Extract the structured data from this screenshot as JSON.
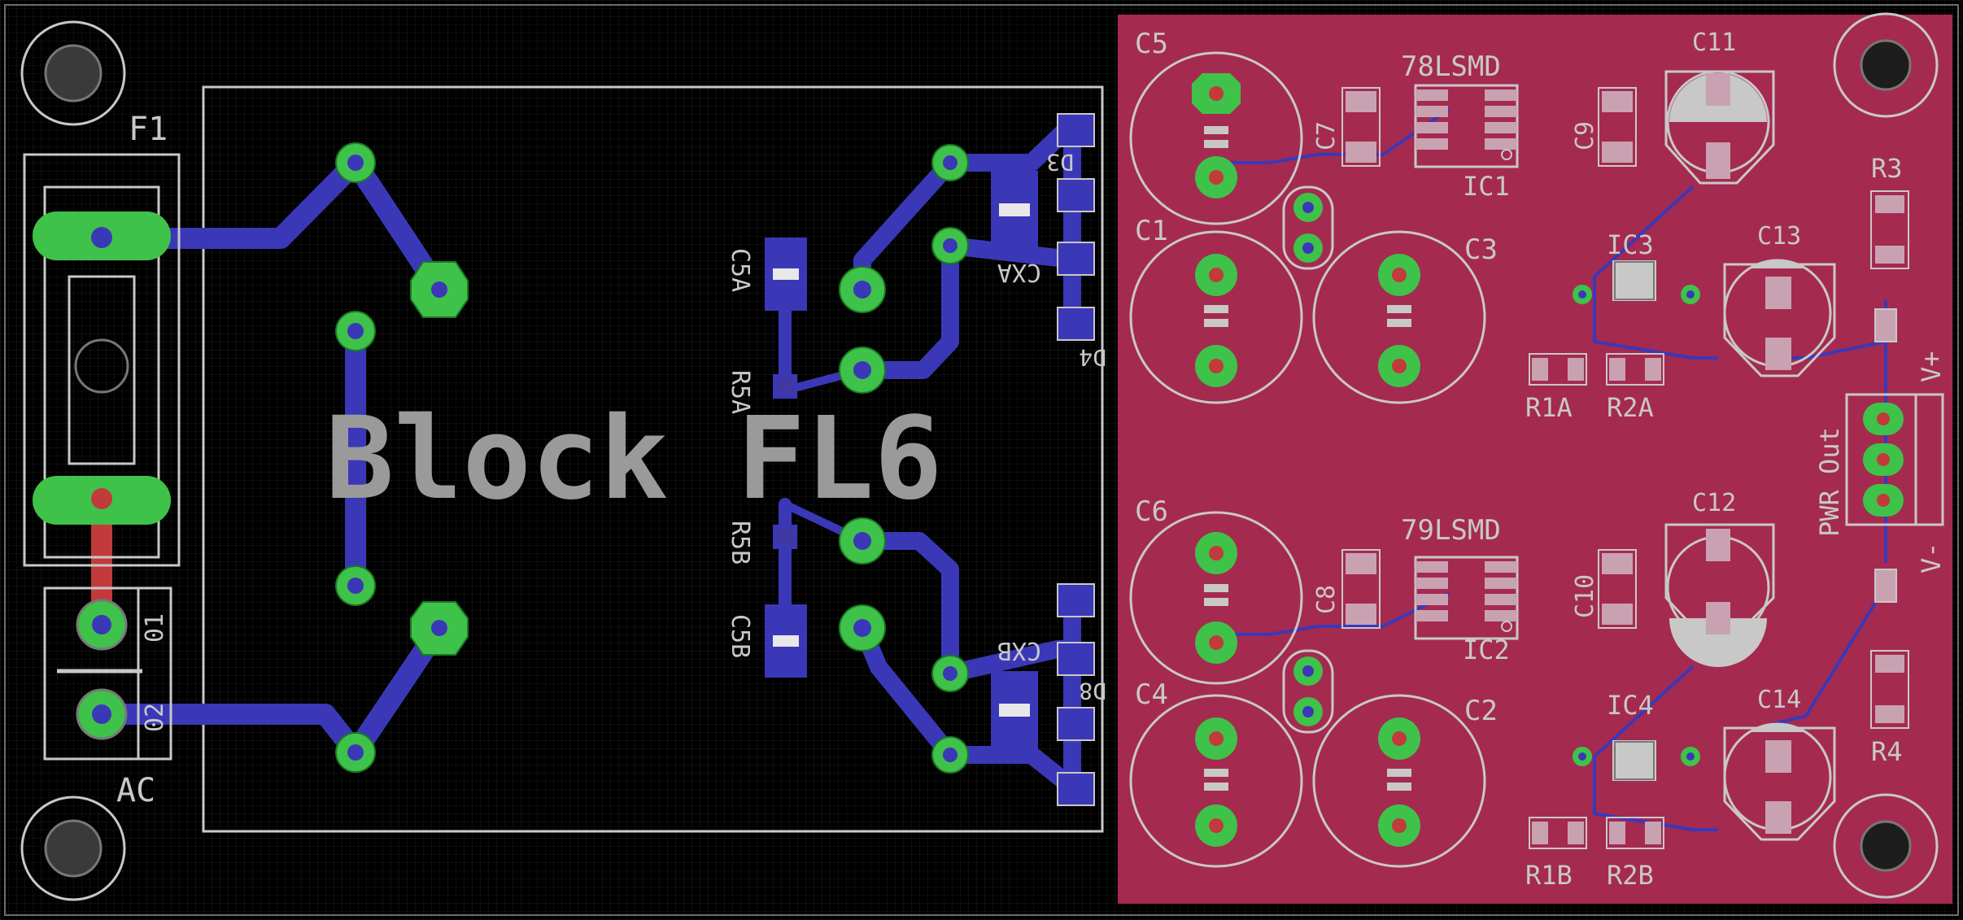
{
  "board": {
    "block_label": "Block FL6",
    "colors": {
      "background": "#000000",
      "grid": "#1c1c1c",
      "top_copper_pour": "#a52a50",
      "bottom_trace": "#3b38b8",
      "top_trace": "#c23a3a",
      "via_ring": "#3fc24a",
      "silkscreen": "#c8c8c8",
      "smd_pad": "#c9a2b2"
    }
  },
  "labels": {
    "f1": "F1",
    "ac": "AC",
    "ac_pin1": "01",
    "ac_pin2": "02",
    "c1": "C1",
    "c2": "C2",
    "c3": "C3",
    "c4": "C4",
    "c5": "C5",
    "c6": "C6",
    "c7": "C7",
    "c8": "C8",
    "c9": "C9",
    "c10": "C10",
    "c11": "C11",
    "c12": "C12",
    "c13": "C13",
    "c14": "C14",
    "ic1": "IC1",
    "ic2": "IC2",
    "ic3": "IC3",
    "ic4": "IC4",
    "reg_pos": "78LSMD",
    "reg_neg": "79LSMD",
    "r1a": "R1A",
    "r2a": "R2A",
    "r1b": "R1B",
    "r2b": "R2B",
    "r3": "R3",
    "r4": "R4",
    "c5a": "C5A",
    "r5a": "R5A",
    "r5b": "R5B",
    "c5b": "C5B",
    "cxa": "CXA",
    "cxb": "CXB",
    "d3": "D3",
    "d4": "D4",
    "d8": "D8",
    "pwr_out": "PWR Out",
    "v_plus": "V+",
    "v_minus": "V-"
  }
}
